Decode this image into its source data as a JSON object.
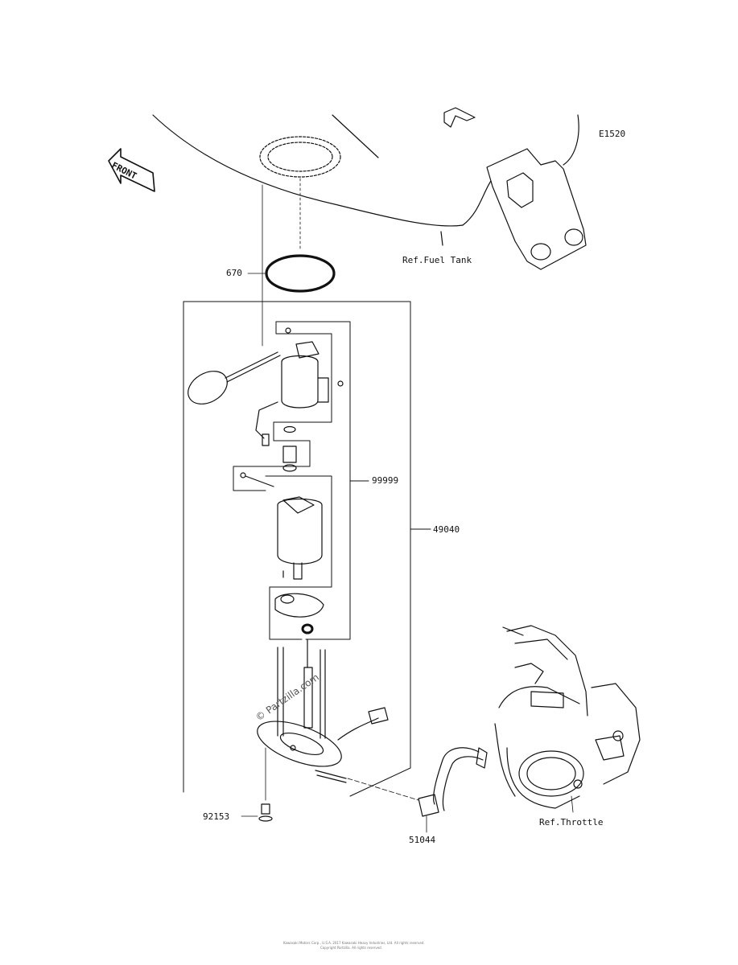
{
  "diagram_code": "E1520",
  "front_label": "FRONT",
  "watermark": "© Partzilla.com",
  "refs": {
    "fuel_tank": "Ref.Fuel Tank",
    "throttle": "Ref.Throttle"
  },
  "callouts": {
    "gasket": "670",
    "sub_assembly": "99999",
    "pump_assembly": "49040",
    "bolt": "92153",
    "hose": "51044"
  },
  "footer": {
    "line1": "Kawasaki Motors Corp., U.S.A. 2017 Kawasaki Heavy Industries, Ltd. All rights reserved.",
    "line2": "Copyright Partzilla. All rights reserved."
  },
  "colors": {
    "ink": "#111111",
    "paper": "#ffffff",
    "watermark": "#555555"
  }
}
